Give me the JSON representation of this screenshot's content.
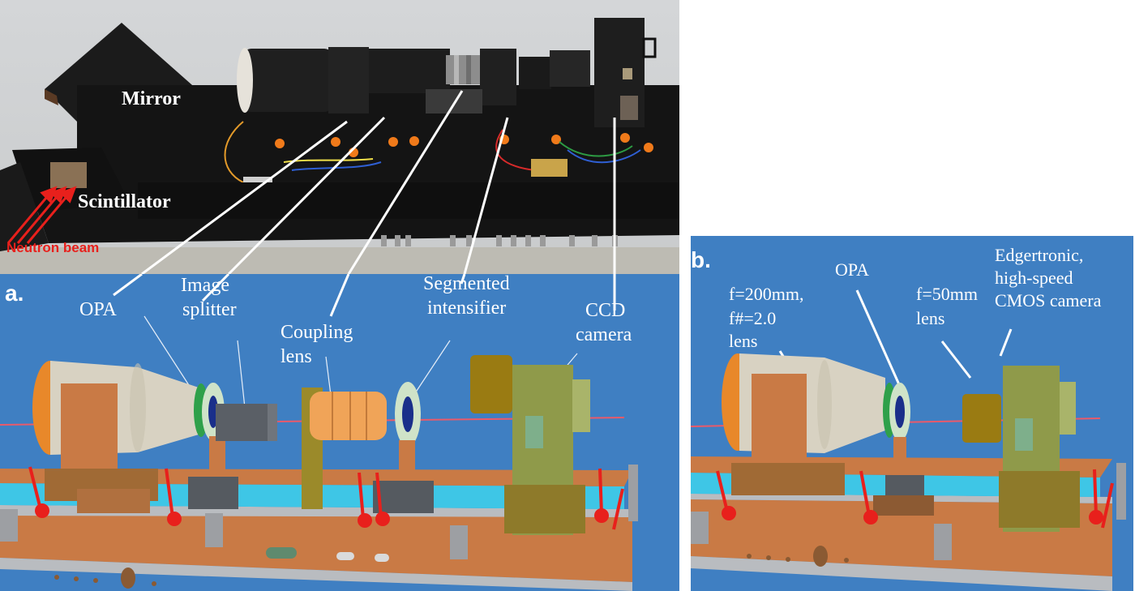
{
  "panel_a": {
    "letter": "a.",
    "photo_labels": {
      "mirror": "Mirror",
      "scintillator": "Scintillator",
      "neutron_beam": "Neutron beam"
    },
    "cad_labels": {
      "opa": "OPA",
      "image_splitter_1": "Image",
      "image_splitter_2": "splitter",
      "coupling_lens_1": "Coupling",
      "coupling_lens_2": "lens",
      "segmented_intensifier_1": "Segmented",
      "segmented_intensifier_2": "intensifier",
      "ccd_camera_1": "CCD",
      "ccd_camera_2": "camera"
    }
  },
  "panel_b": {
    "letter": "b.",
    "labels": {
      "main_lens_1": "f=200mm,",
      "main_lens_2": "f#=2.0",
      "main_lens_3": "lens",
      "opa": "OPA",
      "small_lens_1": "f=50mm",
      "small_lens_2": "lens",
      "camera_1": "Edgertronic,",
      "camera_2": "high-speed",
      "camera_3": "CMOS camera"
    }
  },
  "colors": {
    "cad_background": "#3f7fc2",
    "photo_background": "#d9dadb",
    "equipment_black": "#151515",
    "mount_copper": "#c97a45",
    "lens_silver": "#d8d2c2",
    "camera_olive": "#8f9a4a",
    "rail_cyan": "#3ec6e6",
    "rail_grey": "#b9bcc0",
    "beam_red": "#e8201c",
    "knob_orange": "#f07a1a"
  }
}
